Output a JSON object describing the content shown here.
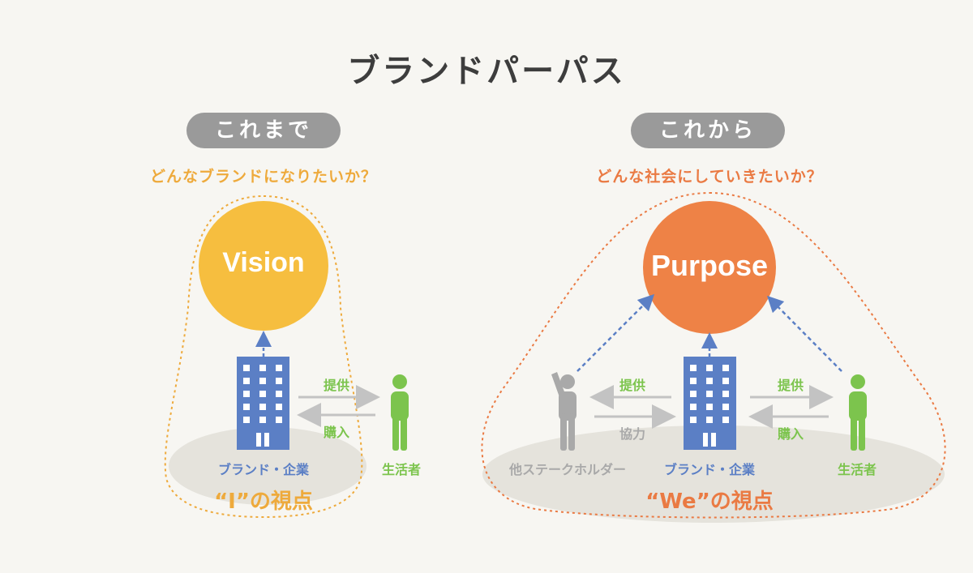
{
  "title": "ブランドパーパス",
  "left": {
    "pill": "これまで",
    "question": "どんなブランドになりたいか？",
    "circle": "Vision",
    "provide": "提供",
    "purchase": "購入",
    "company": "ブランド・企業",
    "consumer": "生活者",
    "viewpoint": "“I”の視点"
  },
  "right": {
    "pill": "これから",
    "question": "どんな社会にしていきたいか？",
    "circle": "Purpose",
    "provide_left": "提供",
    "cooperate": "協力",
    "provide_right": "提供",
    "purchase": "購入",
    "stakeholder": "他ステークホルダー",
    "company": "ブランド・企業",
    "consumer": "生活者",
    "viewpoint": "“We”の視点"
  },
  "colors": {
    "vision_circle": "#f6be3f",
    "purpose_circle": "#ee8246",
    "building": "#5b7fc5",
    "person_green": "#7cc44d",
    "person_gray": "#a9a9a9",
    "left_accent": "#eeaa3c",
    "right_accent": "#ea7a43"
  }
}
